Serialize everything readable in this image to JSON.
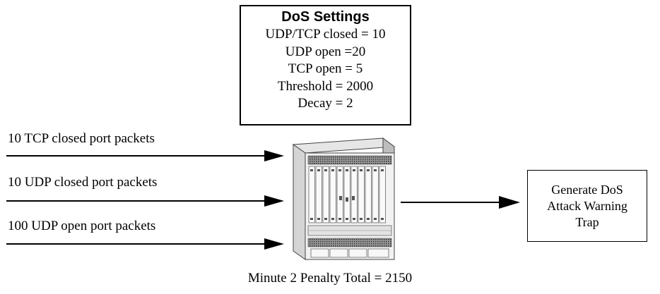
{
  "settings": {
    "title": "DoS Settings",
    "lines": [
      "UDP/TCP closed = 10",
      "UDP open =20",
      "TCP open = 5",
      "Threshold = 2000",
      "Decay = 2"
    ]
  },
  "inputs": [
    {
      "label": "10 TCP closed port packets"
    },
    {
      "label": "10 UDP closed port packets"
    },
    {
      "label": "100 UDP open port packets"
    }
  ],
  "trap": {
    "lines": [
      "Generate DoS",
      "Attack Warning",
      "Trap"
    ]
  },
  "penalty_total": "Minute 2 Penalty Total = 2150",
  "colors": {
    "line": "#000000",
    "chassis_fill": "#f2f2f2",
    "chassis_dark": "#555555"
  },
  "icons": {
    "switch": "switch-chassis-icon"
  }
}
